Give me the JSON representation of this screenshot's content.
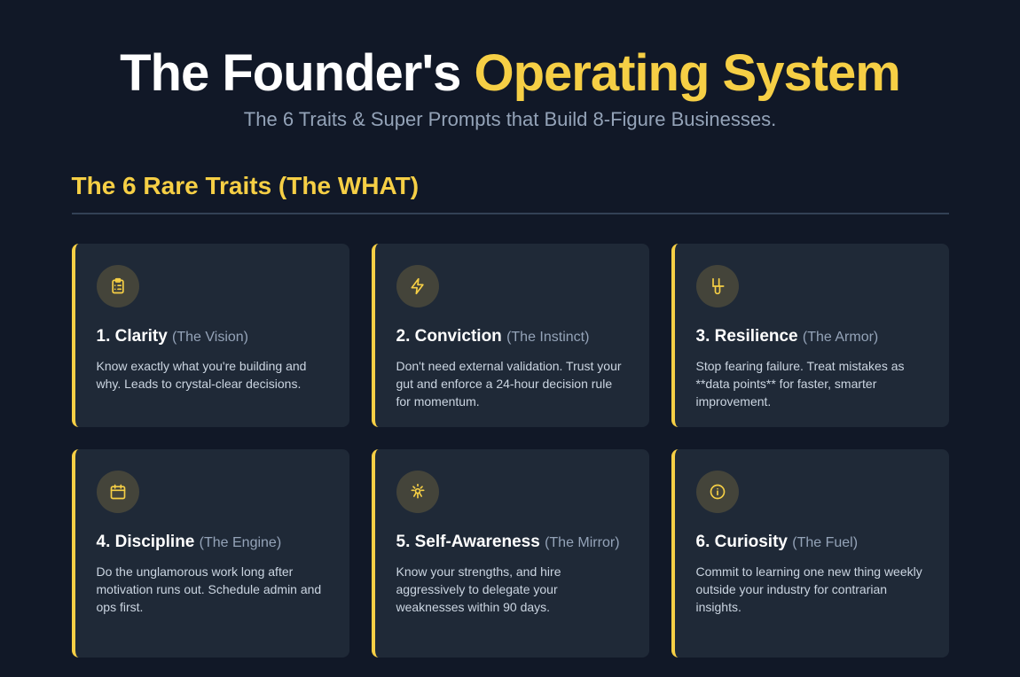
{
  "header": {
    "title_part1": "The Founder's ",
    "title_highlight": "Operating System",
    "subtitle": "The 6 Traits & Super Prompts that Build 8-Figure Businesses."
  },
  "section": {
    "title": "The 6 Rare Traits (The WHAT)"
  },
  "accent": "#f6cf45",
  "traits": [
    {
      "icon": "clipboard-icon",
      "title": "1. Clarity",
      "subtitle": "(The Vision)",
      "desc": "Know exactly what you're building and why. Leads to crystal-clear decisions."
    },
    {
      "icon": "lightning-icon",
      "title": "2. Conviction",
      "subtitle": "(The Instinct)",
      "desc": "Don't need external validation. Trust your gut and enforce a 24-hour decision rule for momentum."
    },
    {
      "icon": "armor-icon",
      "title": "3. Resilience",
      "subtitle": "(The Armor)",
      "desc": "Stop fearing failure. Treat mistakes as **data points** for faster, smarter improvement."
    },
    {
      "icon": "calendar-icon",
      "title": "4. Discipline",
      "subtitle": "(The Engine)",
      "desc": "Do the unglamorous work long after motivation runs out. Schedule admin and ops first."
    },
    {
      "icon": "lightbulb-icon",
      "title": "5. Self-Awareness",
      "subtitle": "(The Mirror)",
      "desc": "Know your strengths, and hire aggressively to delegate your weaknesses within 90 days."
    },
    {
      "icon": "info-icon",
      "title": "6. Curiosity",
      "subtitle": "(The Fuel)",
      "desc": "Commit to learning one new thing weekly outside your industry for contrarian insights."
    }
  ]
}
